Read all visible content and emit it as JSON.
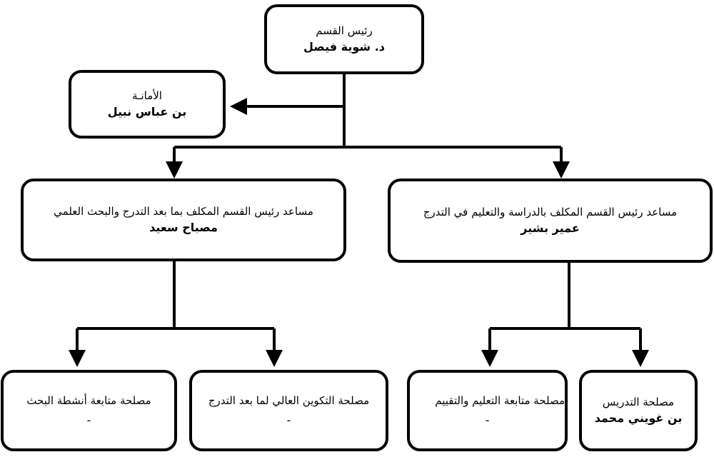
{
  "head": {
    "role": "رئيس القسم",
    "name": "د. شوية فيصل"
  },
  "secretariat": {
    "role": "الأمانـة",
    "name": "بن عباس نبيل"
  },
  "assistant_graduate": {
    "role": "مساعد رئيس القسم المكلف بالدراسة والتعليم في التدرج",
    "name": "عمير بشير"
  },
  "assistant_postgraduate": {
    "role": "مساعد رئيس القسم المكلف بما بعد التدرج والبحث العلمي",
    "name": "مصباح سعيد"
  },
  "teaching_service": {
    "role": "مصلحة التدريس",
    "name": "بن غويني محمد"
  },
  "teaching_followup_service": {
    "role": "مصلحة متابعة التعليم والتقييم",
    "name": "-"
  },
  "higher_training_service": {
    "role": "مصلحة التكوين العالي لما بعد التدرج",
    "name": "-"
  },
  "research_followup_service": {
    "role": "مصلحة متابعة أنشطة البحث",
    "name": "-"
  }
}
